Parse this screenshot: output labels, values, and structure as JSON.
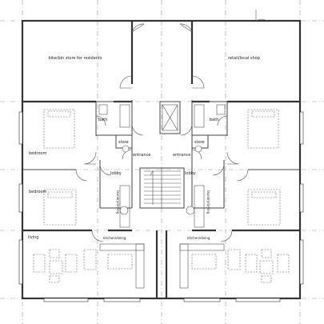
{
  "rooms": {
    "bike_store": "bike/bin store for residents",
    "retail_shop": "retail/local shop",
    "bath_left": "bath",
    "bath_right": "bath",
    "store_left": "store",
    "store_right": "store",
    "entrance_left": "entrance",
    "entrance_right": "entrance",
    "lobby_left": "lobby",
    "lobby_right": "lobby",
    "bedroom_upper": "bedroom",
    "bedroom_lower": "bedroom",
    "living": "living",
    "kitchen_left": "kitchen/dining",
    "kitchen_right": "kitchen/dining",
    "laundry_left": "laundry/drying",
    "laundry_right": "laundry/drying"
  }
}
